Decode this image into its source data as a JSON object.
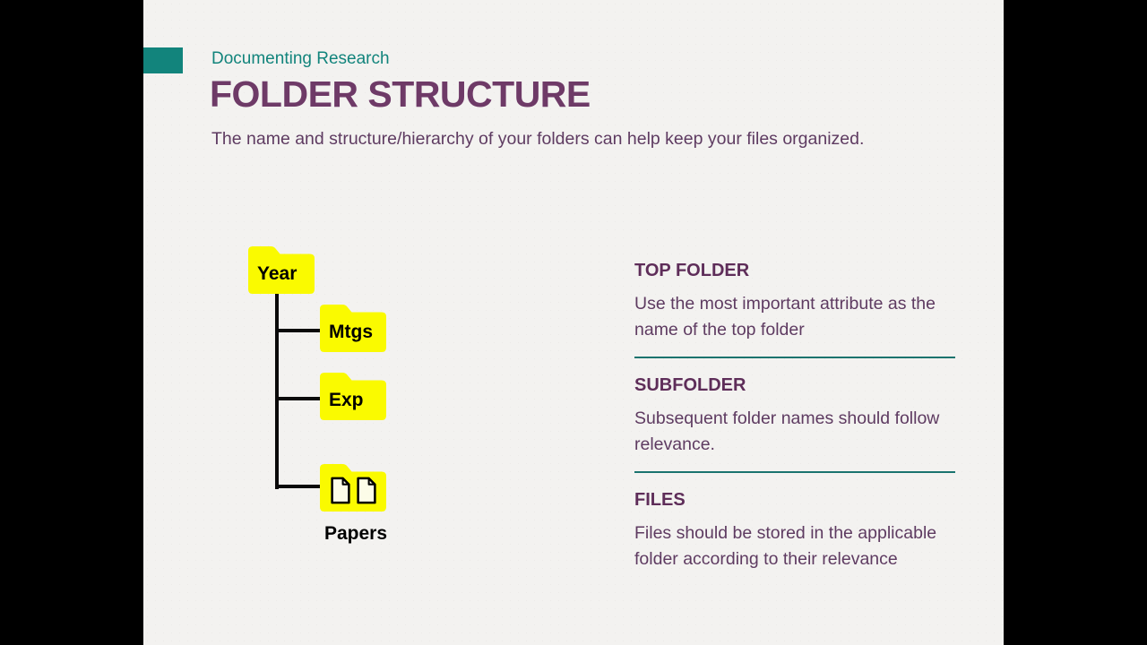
{
  "header": {
    "eyebrow": "Documenting Research",
    "title": "FOLDER STRUCTURE",
    "subtitle": "The name and structure/hierarchy of your folders can help keep your files organized."
  },
  "diagram": {
    "root_folder": "Year",
    "subfolders": [
      "Mtgs",
      "Exp"
    ],
    "files_folder_caption": "Papers"
  },
  "sections": [
    {
      "heading": "TOP FOLDER",
      "body": "Use the most important attribute as the name of the top folder"
    },
    {
      "heading": "SUBFOLDER",
      "body": "Subsequent folder names should follow relevance."
    },
    {
      "heading": "FILES",
      "body": "Files should be stored in the applicable folder according to their relevance"
    }
  ],
  "colors": {
    "accent_teal": "#12847C",
    "divider_teal": "#1A736E",
    "title_purple": "#6E3A67",
    "heading_purple": "#5E2D59",
    "body_purple": "#5E3B61",
    "folder_yellow": "#FAFA00",
    "file_fill": "#FCFCE8",
    "slide_background": "#F3F2F0",
    "letterbox_black": "#000000",
    "tree_line_black": "#0A0A0A"
  }
}
